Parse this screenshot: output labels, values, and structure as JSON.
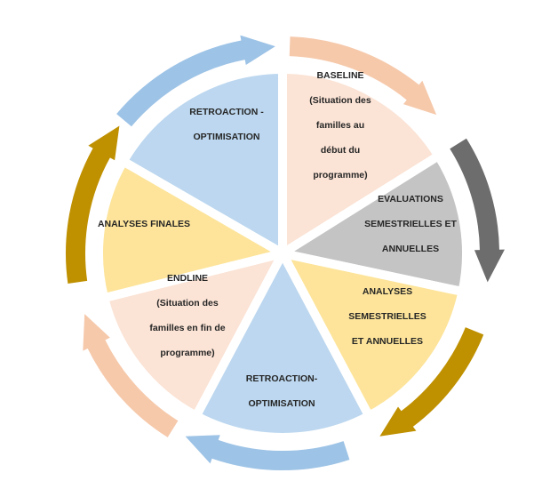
{
  "diagram": {
    "title": "",
    "type": "cycle",
    "colors": {
      "blue_slice": "#bcd7ef",
      "peach_slice": "#fbe3d5",
      "grey_slice": "#c4c4c4",
      "yellow_slice": "#fde49a",
      "blue_arrow": "#9dc3e6",
      "peach_arrow": "#f6c9ab",
      "grey_arrow": "#6d6d6d",
      "gold_arrow": "#bf9000",
      "text": "#262626"
    },
    "slices": [
      {
        "id": "retroaction-top",
        "lines": [
          "RETROACTION -",
          "OPTIMISATION"
        ],
        "color": "blue_slice",
        "start_deg": -150,
        "end_deg": -90
      },
      {
        "id": "baseline",
        "lines": [
          "BASELINE",
          "(Situation des",
          "familles au",
          "début du",
          "programme)"
        ],
        "color": "peach_slice",
        "start_deg": -90,
        "end_deg": -32
      },
      {
        "id": "evaluations",
        "lines": [
          "EVALUATIONS",
          "SEMESTRIELLES ET",
          "ANNUELLES"
        ],
        "color": "grey_slice",
        "start_deg": -32,
        "end_deg": 12
      },
      {
        "id": "analyses-semestrielles",
        "lines": [
          "ANALYSES",
          "SEMESTRIELLES",
          "ET ANNUELLES"
        ],
        "color": "yellow_slice",
        "start_deg": 12,
        "end_deg": 62
      },
      {
        "id": "retroaction-bottom",
        "lines": [
          "RETROACTION-",
          "OPTIMISATION"
        ],
        "color": "blue_slice",
        "start_deg": 62,
        "end_deg": 118
      },
      {
        "id": "endline",
        "lines": [
          "ENDLINE",
          "(Situation des",
          "familles en fin de",
          "programme)"
        ],
        "color": "peach_slice",
        "start_deg": 118,
        "end_deg": 166
      },
      {
        "id": "analyses-finales",
        "lines": [
          "ANALYSES FINALES"
        ],
        "color": "yellow_slice",
        "start_deg": 166,
        "end_deg": 210
      }
    ],
    "arrows": [
      {
        "id": "arrow-blue-top",
        "color": "blue_arrow",
        "from_deg": -140,
        "to_deg": -92,
        "direction": "clockwise"
      },
      {
        "id": "arrow-peach-top",
        "color": "peach_arrow",
        "from_deg": -88,
        "to_deg": -42,
        "direction": "clockwise"
      },
      {
        "id": "arrow-grey",
        "color": "grey_arrow",
        "from_deg": -32,
        "to_deg": 8,
        "direction": "clockwise"
      },
      {
        "id": "arrow-gold-right",
        "color": "gold_arrow",
        "from_deg": 22,
        "to_deg": 62,
        "direction": "clockwise"
      },
      {
        "id": "arrow-blue-bottom",
        "color": "blue_arrow",
        "from_deg": 72,
        "to_deg": 118,
        "direction": "clockwise"
      },
      {
        "id": "arrow-peach-left",
        "color": "peach_arrow",
        "from_deg": 122,
        "to_deg": 163,
        "direction": "clockwise"
      },
      {
        "id": "arrow-gold-left",
        "color": "gold_arrow",
        "from_deg": 172,
        "to_deg": 218,
        "direction": "clockwise"
      }
    ]
  }
}
